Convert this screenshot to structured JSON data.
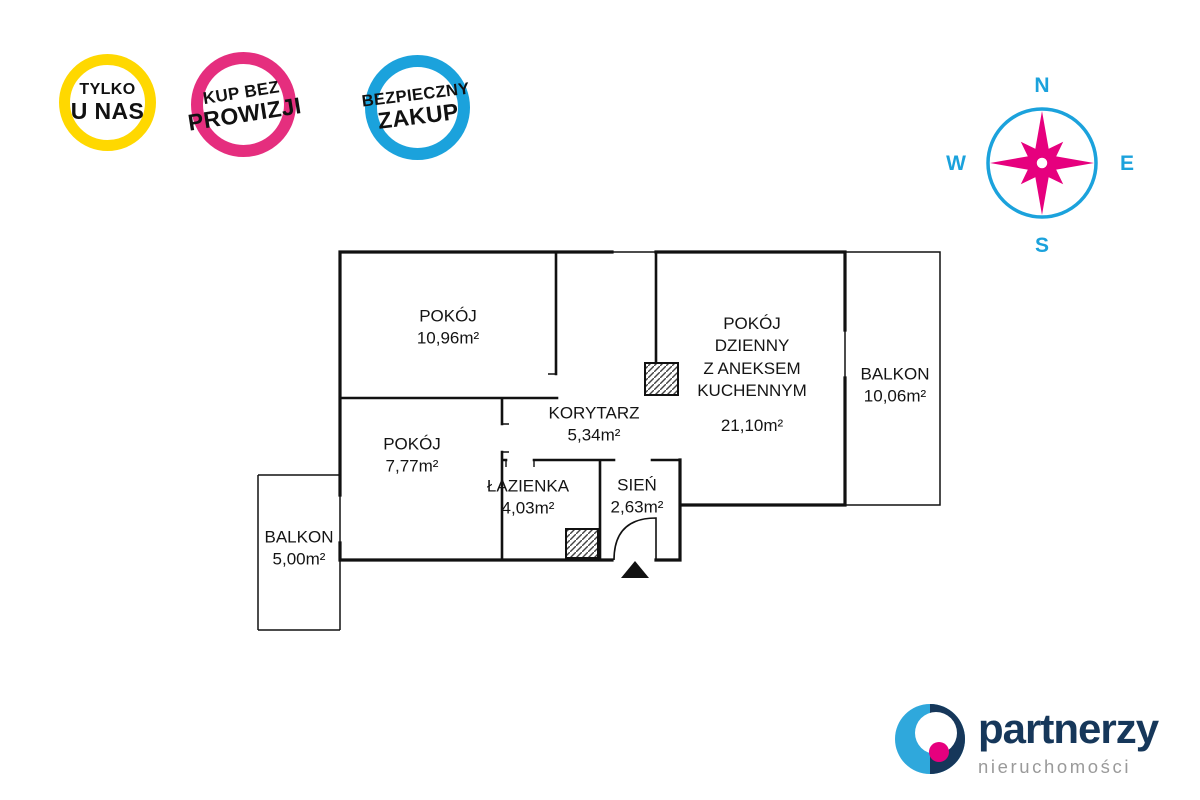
{
  "badges": [
    {
      "line1": "TYLKO",
      "line2": "U NAS",
      "color": "#ffd800"
    },
    {
      "line1": "KUP BEZ",
      "line2": "PROWIZJI",
      "color": "#e52e7e"
    },
    {
      "line1": "BEZPIECZNY",
      "line2": "ZAKUP",
      "color": "#1ba2dc"
    }
  ],
  "compass": {
    "n": "N",
    "e": "E",
    "s": "S",
    "w": "W",
    "ring_color": "#1ba2dc",
    "star_color": "#e6007e"
  },
  "floorplan": {
    "wall_color": "#111111",
    "rooms": {
      "pokoj1": {
        "name": "POKÓJ",
        "area": "10,96m²"
      },
      "living": {
        "line1": "POKÓJ",
        "line2": "DZIENNY",
        "line3": "Z ANEKSEM",
        "line4": "KUCHENNYM",
        "area": "21,10m²"
      },
      "balkon_right": {
        "name": "BALKON",
        "area": "10,06m²"
      },
      "korytarz": {
        "name": "KORYTARZ",
        "area": "5,34m²"
      },
      "pokoj2": {
        "name": "POKÓJ",
        "area": "7,77m²"
      },
      "lazienka": {
        "name": "ŁAZIENKA",
        "area": "4,03m²"
      },
      "sien": {
        "name": "SIEŃ",
        "area": "2,63m²"
      },
      "balkon_left": {
        "name": "BALKON",
        "area": "5,00m²"
      }
    }
  },
  "logo": {
    "brand": "partnerzy",
    "subtitle": "nieruchomości",
    "navy": "#16375a",
    "blue": "#2fa8dc",
    "pink": "#e6007e"
  }
}
